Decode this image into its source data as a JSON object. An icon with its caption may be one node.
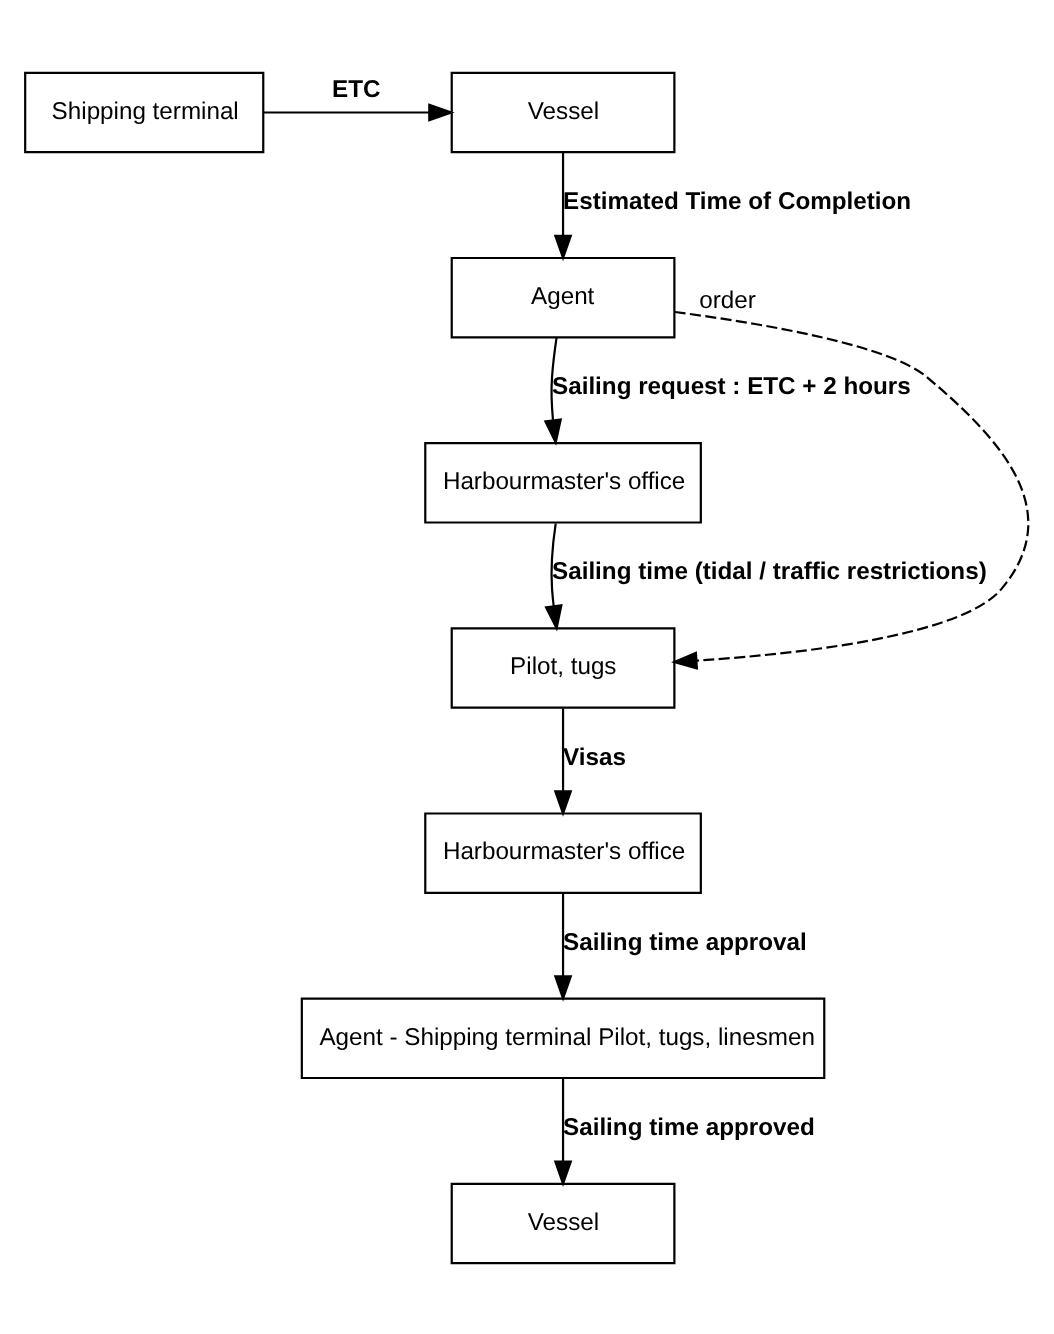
{
  "diagram": {
    "nodes": [
      {
        "text": [
          "Shipping terminal"
        ]
      },
      {
        "text": [
          "Vessel"
        ]
      },
      {
        "text": [
          "Agent"
        ]
      },
      {
        "text": [
          "Harbourmaster's office"
        ]
      },
      {
        "text": [
          "Pilot, tugs"
        ]
      },
      {
        "text": [
          "Harbourmaster's office"
        ]
      },
      {
        "text": [
          "Agent - Shipping terminal Pilot, tugs, linesmen"
        ]
      },
      {
        "text": [
          "Vessel"
        ]
      }
    ],
    "edges": [
      {
        "from": 0,
        "to": 1,
        "arrow": "to",
        "label": "ETC"
      },
      {
        "from": 1,
        "to": 2,
        "arrow": "to",
        "label": "Estimated Time of Completion"
      },
      {
        "from": 2,
        "to": 3,
        "arrow": "to",
        "label": "Sailing request : ETC + 2 hours"
      },
      {
        "from": 3,
        "to": 4,
        "arrow": "to",
        "label": "Sailing time (tidal / traffic restrictions)"
      },
      {
        "from": 2,
        "to": 4,
        "arrow": "to",
        "label": "order",
        "style": "dashed"
      },
      {
        "from": 4,
        "to": 5,
        "arrow": "to",
        "label": "Visas"
      },
      {
        "from": 5,
        "to": 6,
        "arrow": "to",
        "label": "Sailing time approval"
      },
      {
        "from": 6,
        "to": 7,
        "arrow": "to",
        "label": "Sailing time approved"
      }
    ]
  }
}
